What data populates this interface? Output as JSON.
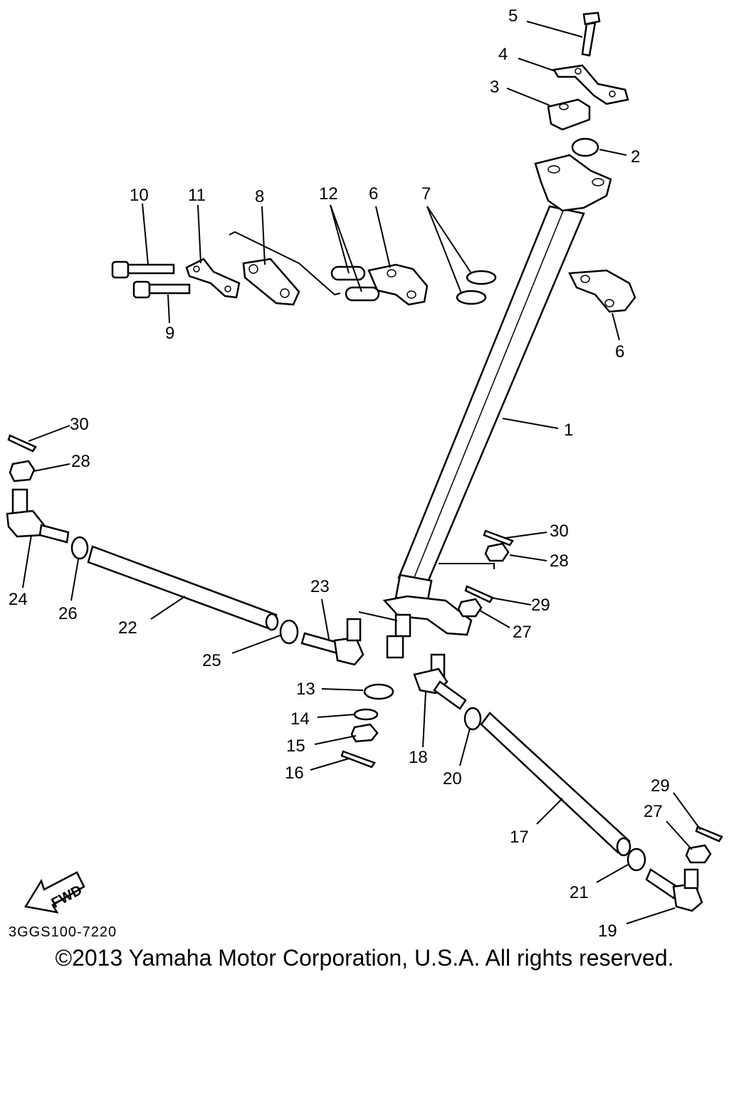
{
  "diagram": {
    "drawing_code": "3GGS100-7220",
    "fwd_text": "FWD",
    "copyright": "©2013 Yamaha Motor Corporation, U.S.A. All rights reserved.",
    "callouts": [
      "5",
      "4",
      "3",
      "2",
      "10",
      "11",
      "8",
      "12",
      "6",
      "7",
      "9",
      "6",
      "1",
      "30",
      "28",
      "24",
      "26",
      "22",
      "23",
      "25",
      "30",
      "28",
      "29",
      "27",
      "13",
      "14",
      "15",
      "16",
      "18",
      "20",
      "17",
      "29",
      "27",
      "21",
      "19"
    ]
  }
}
